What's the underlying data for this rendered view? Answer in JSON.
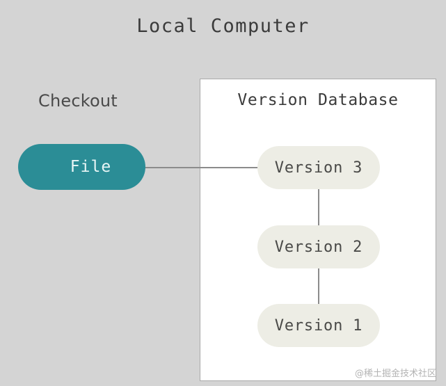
{
  "diagram": {
    "title": "Local Computer",
    "type": "local-version-control-diagram",
    "background_color": "#d4d4d4",
    "text_color": "#3b3b3b"
  },
  "checkout": {
    "label": "Checkout",
    "file_pill": {
      "label": "File",
      "fill_color": "#2b8d96",
      "text_color": "#e8f6f6"
    }
  },
  "database": {
    "title": "Version Database",
    "panel_color": "#ffffff",
    "panel_border_color": "#a9a9a9",
    "versions": [
      {
        "label": "Version 3"
      },
      {
        "label": "Version 2"
      },
      {
        "label": "Version 1"
      }
    ],
    "version_pill_color": "#ededE5",
    "version_text_color": "#4a4a48"
  },
  "connectors": {
    "line_color": "#8b8b8b",
    "file_to_version3": "horizontal",
    "version3_to_version2": "vertical",
    "version2_to_version1": "vertical"
  },
  "watermark": {
    "text": "@稀土掘金技术社区"
  }
}
